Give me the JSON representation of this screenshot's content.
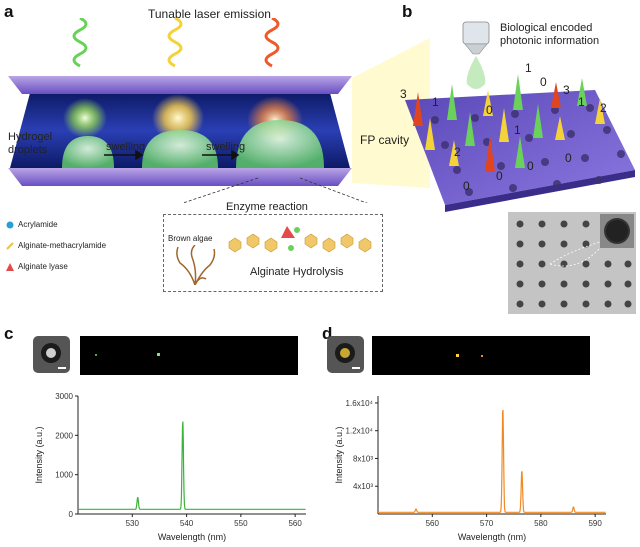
{
  "panel_a": {
    "letter": "a",
    "title": "Tunable laser emission",
    "hydrogel_label": [
      "Hydrogel",
      "droplets"
    ],
    "swelling1": "swelling",
    "swelling2": "swelling",
    "fp_cavity": "FP cavity",
    "legend": [
      {
        "label": "Acrylamide",
        "color": "#2a9fd6",
        "icon": "dot-icon"
      },
      {
        "label": "Alginate-methacrylamide",
        "color": "#e8c24a",
        "icon": "stick-icon"
      },
      {
        "label": "Alginate lyase",
        "color": "#e34a4a",
        "icon": "triangle-icon"
      }
    ],
    "enzyme_box": {
      "title": "Enzyme reaction",
      "brown_algae": "Brown algae",
      "alginate_hydrolysis": "Alginate Hydrolysis"
    }
  },
  "panel_b": {
    "letter": "b",
    "title": [
      "Biological encoded",
      "photonic information"
    ],
    "numbers": [
      "3",
      "1",
      "0",
      "3",
      "1",
      "1",
      "0",
      "1",
      "2",
      "2",
      "0",
      "0",
      "0",
      "0"
    ]
  },
  "panel_c": {
    "letter": "c",
    "color": "#3bb33b"
  },
  "panel_d": {
    "letter": "d",
    "color": "#f08a24"
  },
  "chart_data": [
    {
      "type": "line",
      "panel": "c",
      "xlabel": "Wavelength (nm)",
      "ylabel": "Intensity (a.u.)",
      "xlim": [
        520,
        562
      ],
      "ylim": [
        0,
        3000
      ],
      "xticks": [
        "530",
        "540",
        "550",
        "560"
      ],
      "yticks": [
        "0",
        "1000",
        "2000",
        "3000"
      ],
      "baseline": 120,
      "peaks": [
        {
          "x": 531,
          "y": 430
        },
        {
          "x": 539.3,
          "y": 2380
        }
      ],
      "color": "#3bb33b"
    },
    {
      "type": "line",
      "panel": "d",
      "xlabel": "Wavelength (nm)",
      "ylabel": "Intensity (a.u.)",
      "xlim": [
        550,
        592
      ],
      "ylim": [
        0,
        17000
      ],
      "xticks": [
        "560",
        "570",
        "580",
        "590"
      ],
      "yticks": [
        "4x10³",
        "8x10³",
        "1.2x10⁴",
        "1.6x10⁴"
      ],
      "baseline": 250,
      "peaks": [
        {
          "x": 557,
          "y": 700
        },
        {
          "x": 573,
          "y": 15400
        },
        {
          "x": 576.5,
          "y": 6300
        },
        {
          "x": 586,
          "y": 1000
        }
      ],
      "color": "#f08a24"
    }
  ]
}
